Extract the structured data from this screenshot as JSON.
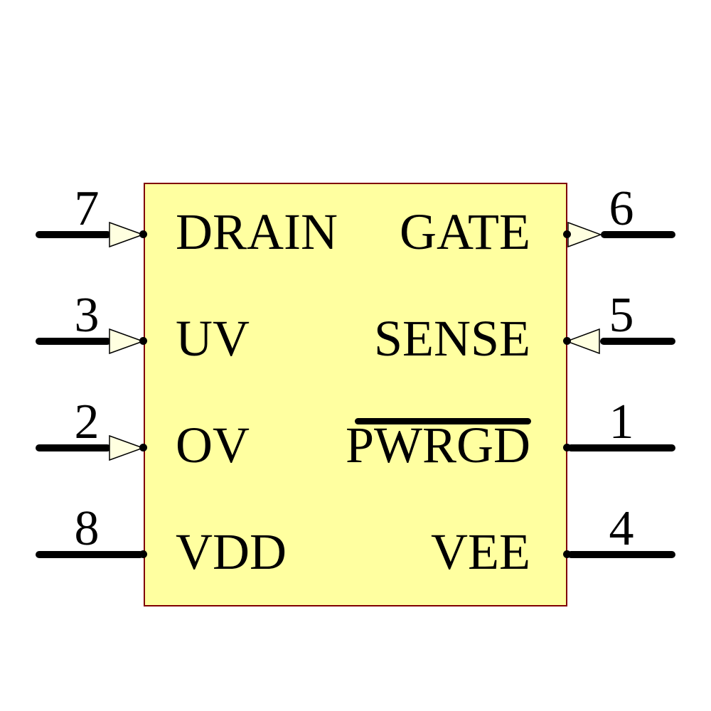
{
  "component": {
    "kind": "schematic-symbol",
    "colors": {
      "body_fill": "#ffffa0",
      "body_border": "#800000",
      "pin_line": "#000000",
      "arrow_fill": "#ffffe0",
      "text": "#000000",
      "background": "#ffffff"
    }
  },
  "pins": {
    "left": [
      {
        "number": "7",
        "label": "DRAIN",
        "direction": "input"
      },
      {
        "number": "3",
        "label": "UV",
        "direction": "input"
      },
      {
        "number": "2",
        "label": "OV",
        "direction": "input"
      },
      {
        "number": "8",
        "label": "VDD",
        "direction": "power"
      }
    ],
    "right": [
      {
        "number": "6",
        "label": "GATE",
        "direction": "output"
      },
      {
        "number": "5",
        "label": "SENSE",
        "direction": "input"
      },
      {
        "number": "1",
        "label": "PWRGD",
        "direction": "output",
        "active_low": true
      },
      {
        "number": "4",
        "label": "VEE",
        "direction": "power"
      }
    ]
  }
}
